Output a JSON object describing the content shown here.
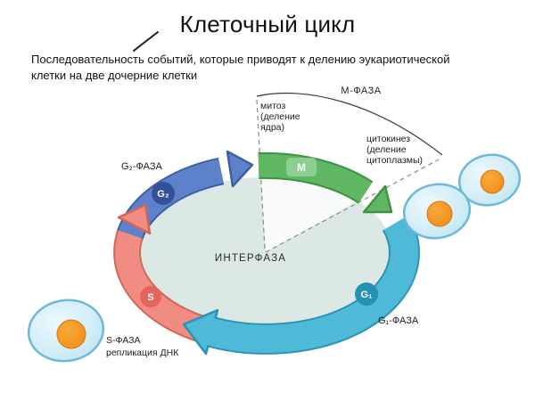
{
  "title": "Клеточный цикл",
  "subtitle": {
    "lines": [
      "Последовательность событий, которые приводят  к делению эукариотической",
      "клетки на две дочерние клетки"
    ]
  },
  "diagram": {
    "center_label": "ИНТЕРФАЗА",
    "m_phase_label": "М-ФАЗА",
    "mitosis_note": [
      "митоз",
      "(деление",
      "ядра)"
    ],
    "cytokinesis_note": [
      "цитокинез",
      "(деление",
      "цитоплазмы)"
    ],
    "interphase_fill": "#dce8e3",
    "phases": {
      "g2": {
        "badge": "G₂",
        "label": "G₂-ФАЗА",
        "arrow_color": "#5d82c9",
        "outline_color": "#3c60a8",
        "badge_color": "#32519b"
      },
      "m": {
        "badge": "M",
        "arrow_color": "#5fb763",
        "outline_color": "#3f9145",
        "badge_color": "#8ccf8e"
      },
      "g1": {
        "badge": "G₁",
        "label": "G₁-ФАЗА",
        "arrow_color": "#4fbad8",
        "outline_color": "#2d93b6",
        "badge_color": "#2591b4"
      },
      "s": {
        "badge": "S",
        "label": "S-ФАЗА",
        "sublabel": "репликация ДНК",
        "arrow_color": "#f18c82",
        "outline_color": "#d4655d",
        "badge_color": "#e5655c"
      }
    }
  },
  "cells": {
    "body_fill": "#cfecf7",
    "body_highlight": "#eef9fd",
    "body_edge": "#b9e2f1",
    "body_stroke": "#6fb9d8",
    "nucleus_fill": "#ee8a17",
    "nucleus_highlight": "#f9a93a",
    "nucleus_stroke": "#d9760e"
  }
}
